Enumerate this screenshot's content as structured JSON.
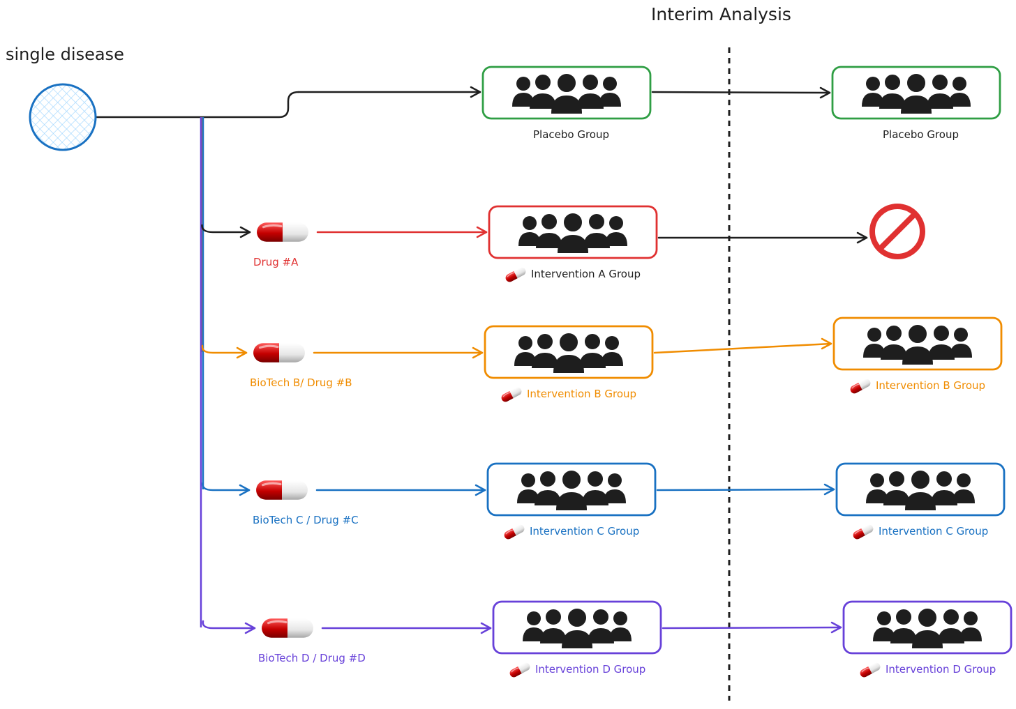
{
  "title": "Interim Analysis",
  "start_label": "single disease",
  "colors": {
    "placebo": "#2f9e44",
    "a": "#e03131",
    "b": "#f08c00",
    "c": "#1971c2",
    "d": "#6741d9",
    "ink": "#1e1e1e",
    "disease_fill": "#a5d8ff",
    "disease_stroke": "#1971c2",
    "stop": "#e03131"
  },
  "arms": [
    {
      "id": "placebo",
      "drug_label": "",
      "group_label": "Placebo Group",
      "after_label": "Placebo Group",
      "outcome": "continue"
    },
    {
      "id": "a",
      "drug_label": "Drug #A",
      "group_label": "Intervention A Group",
      "after_label": "",
      "outcome": "stopped"
    },
    {
      "id": "b",
      "drug_label": "BioTech B/ Drug #B",
      "group_label": "Intervention B Group",
      "after_label": "Intervention B Group",
      "outcome": "continue"
    },
    {
      "id": "c",
      "drug_label": "BioTech C / Drug #C",
      "group_label": "Intervention C Group",
      "after_label": "Intervention C Group",
      "outcome": "continue"
    },
    {
      "id": "d",
      "drug_label": "BioTech D / Drug #D",
      "group_label": "Intervention D Group",
      "after_label": "Intervention D Group",
      "outcome": "continue"
    }
  ],
  "icons": {
    "disease": "hatched-circle-icon",
    "drug": "capsule-icon",
    "group": "people-group-icon",
    "stopped": "prohibited-icon"
  }
}
